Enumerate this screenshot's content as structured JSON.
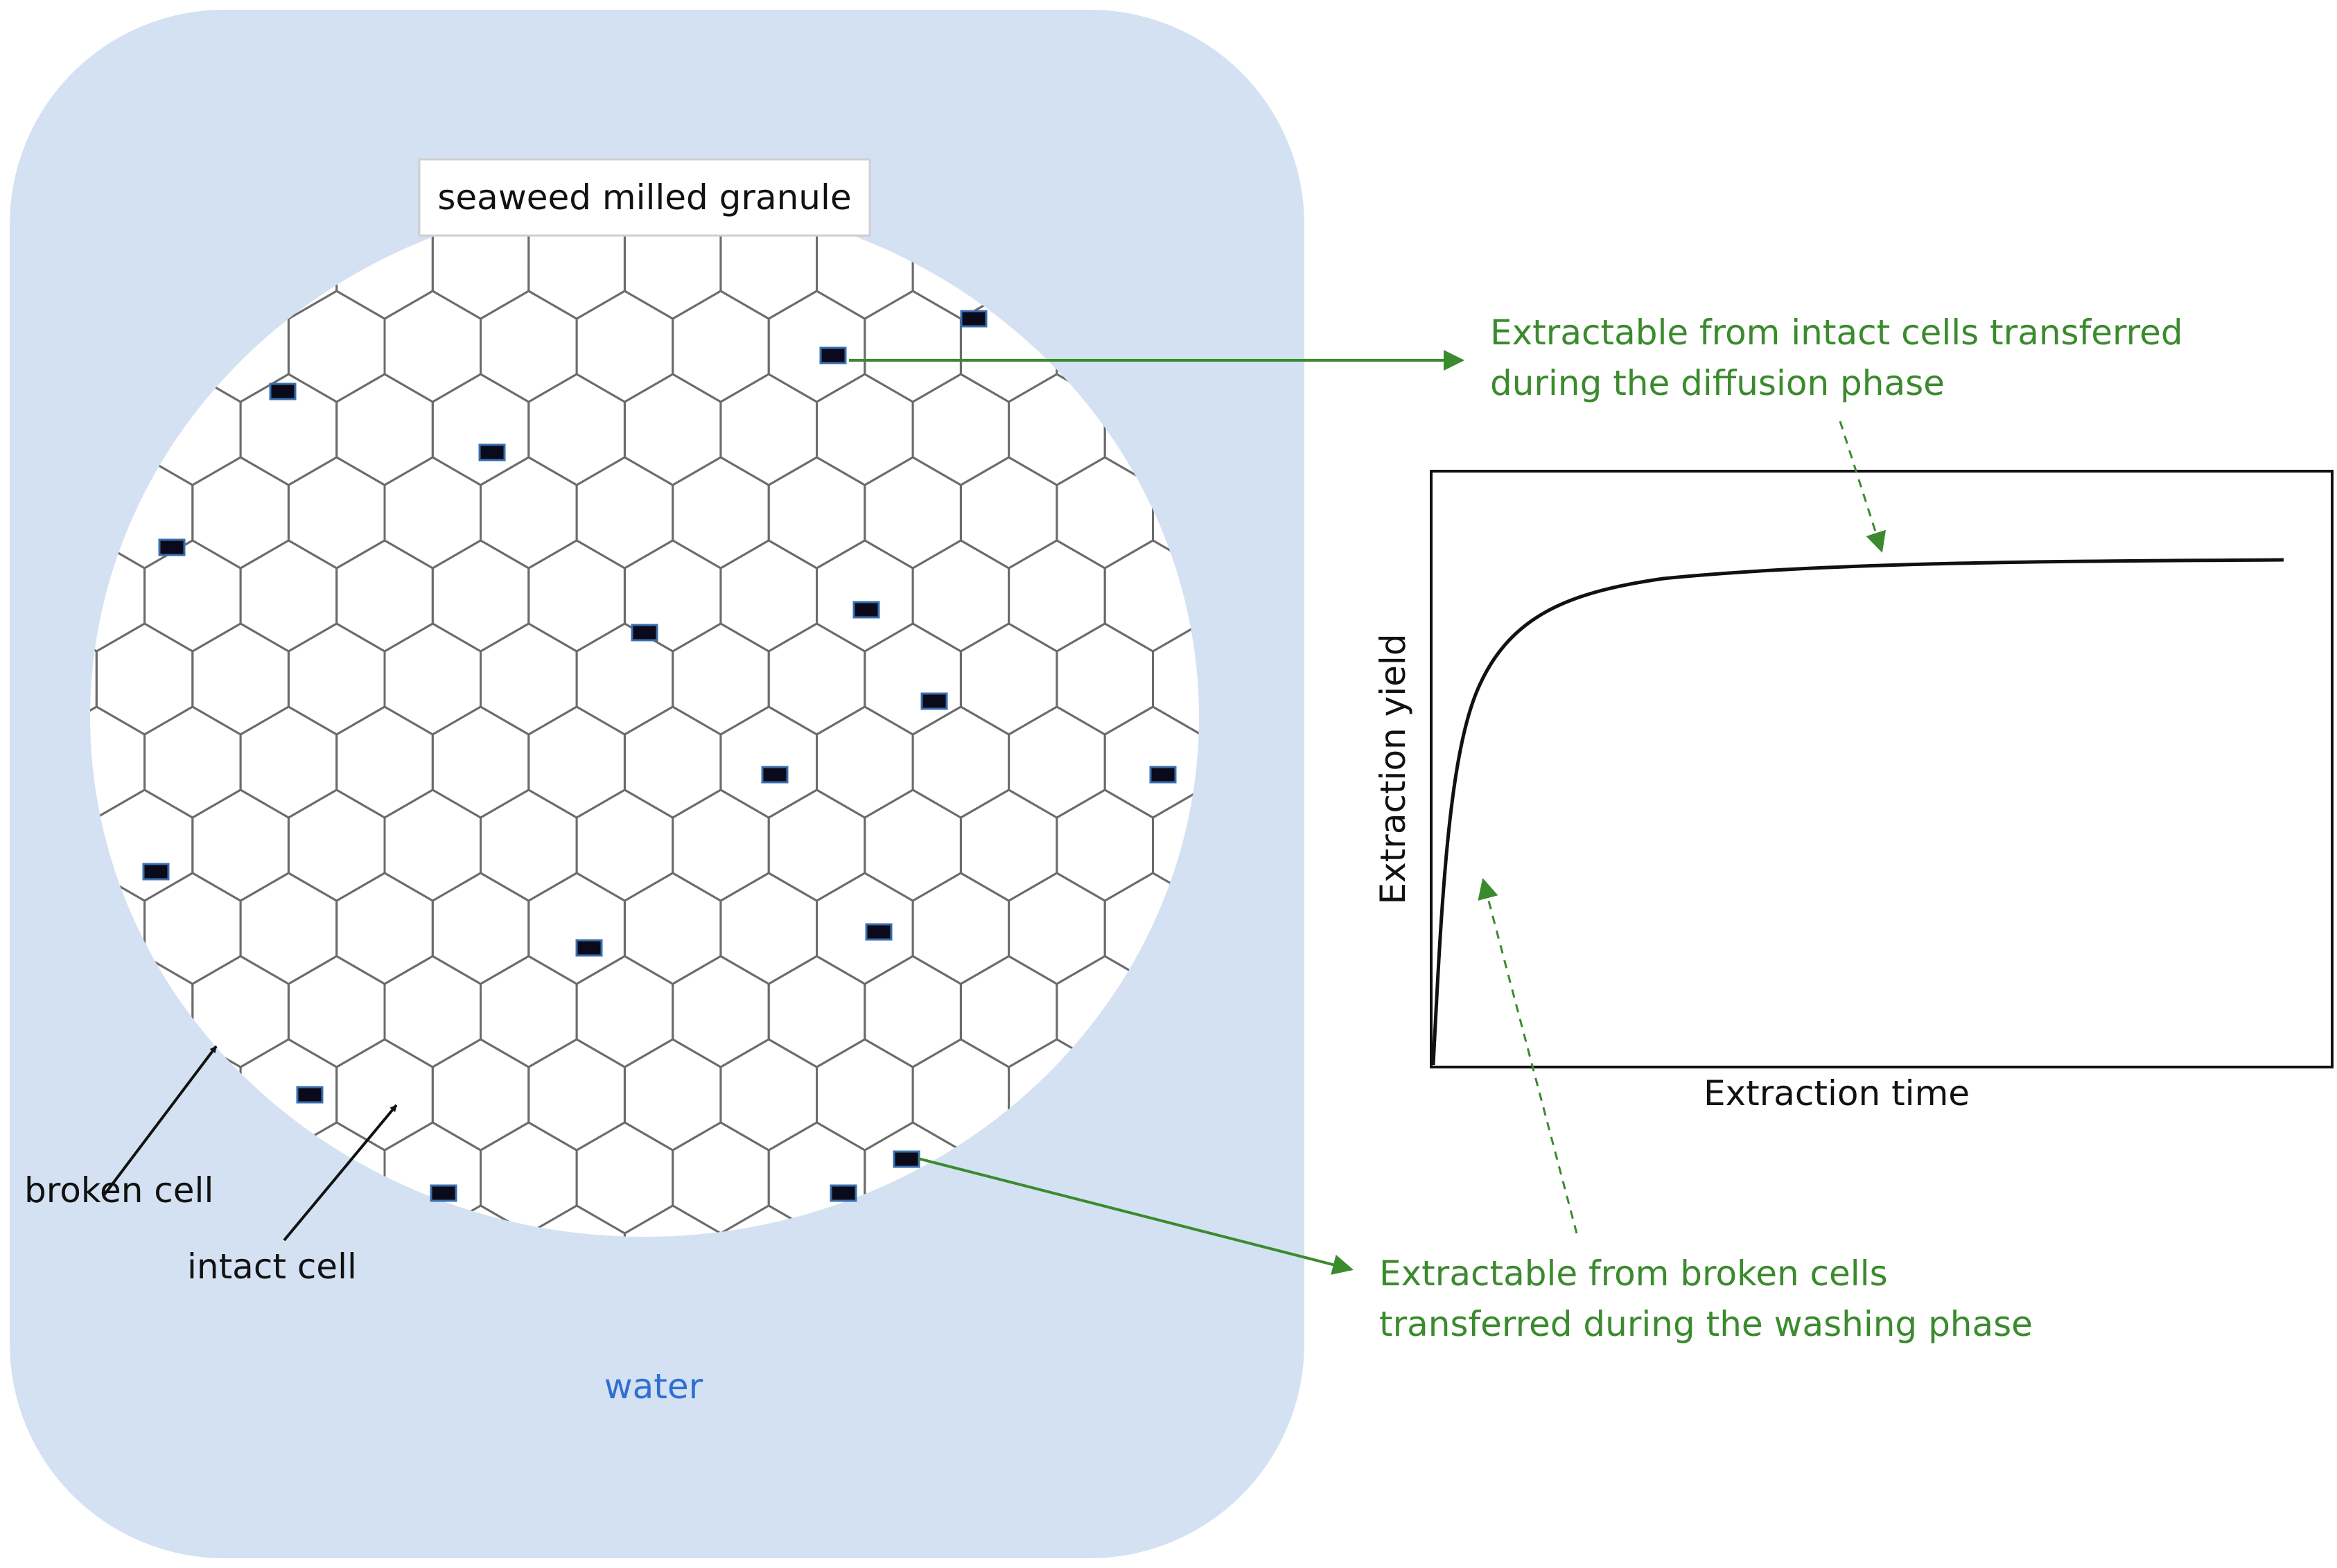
{
  "granule": {
    "title": "seaweed milled granule",
    "cell_tint": "#1e2a3a"
  },
  "labels": {
    "water": "water",
    "broken_cell": "broken cell",
    "intact_cell": "intact cell"
  },
  "callouts": {
    "intact": {
      "line1": "Extractable from intact cells transferred",
      "line2": "during the diffusion phase"
    },
    "broken": {
      "line1": "Extractable from broken cells",
      "line2": "transferred during the washing phase"
    }
  },
  "chart": {
    "xlabel": "Extraction time",
    "ylabel": "Extraction yield"
  },
  "colors": {
    "water": "#d3e1f2",
    "callout_green": "#3b8a2e",
    "water_label": "#2f6fd0",
    "cell_line": "#6b6b6b",
    "broken_cell_fill": "#0a0a1a"
  }
}
